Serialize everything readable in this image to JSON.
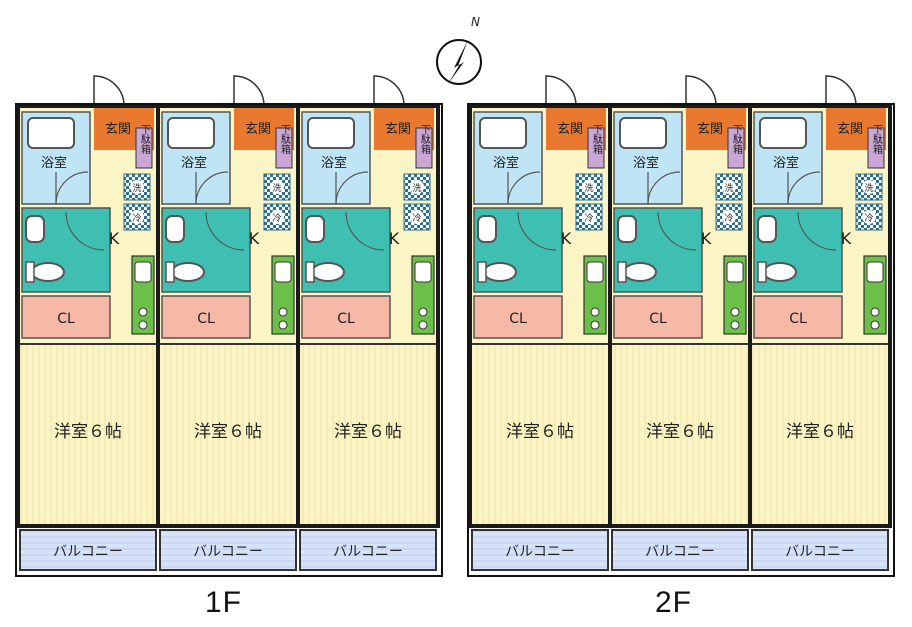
{
  "compass": {
    "north_label": "N",
    "icon": "north-arrow-icon"
  },
  "floors": [
    {
      "label": "1F"
    },
    {
      "label": "2F"
    }
  ],
  "unit_labels": {
    "entrance": "玄関",
    "shoe_box": "下駄箱",
    "bath": "浴室",
    "kitchen": "K",
    "closet": "CL",
    "room": "洋室６帖",
    "balcony": "バルコニー",
    "washer": "洗",
    "fridge": "冷"
  },
  "colors": {
    "wall": "#1a1a1a",
    "entrance": "#e8782e",
    "shoe_box": "#c9a6d6",
    "bath": "#bfe4f6",
    "toilet": "#3fbfb1",
    "closet": "#f6b9a8",
    "floor": "#fbf4c4",
    "kitchen_counter": "#6cc04a",
    "balcony": "#c9d9f4"
  }
}
